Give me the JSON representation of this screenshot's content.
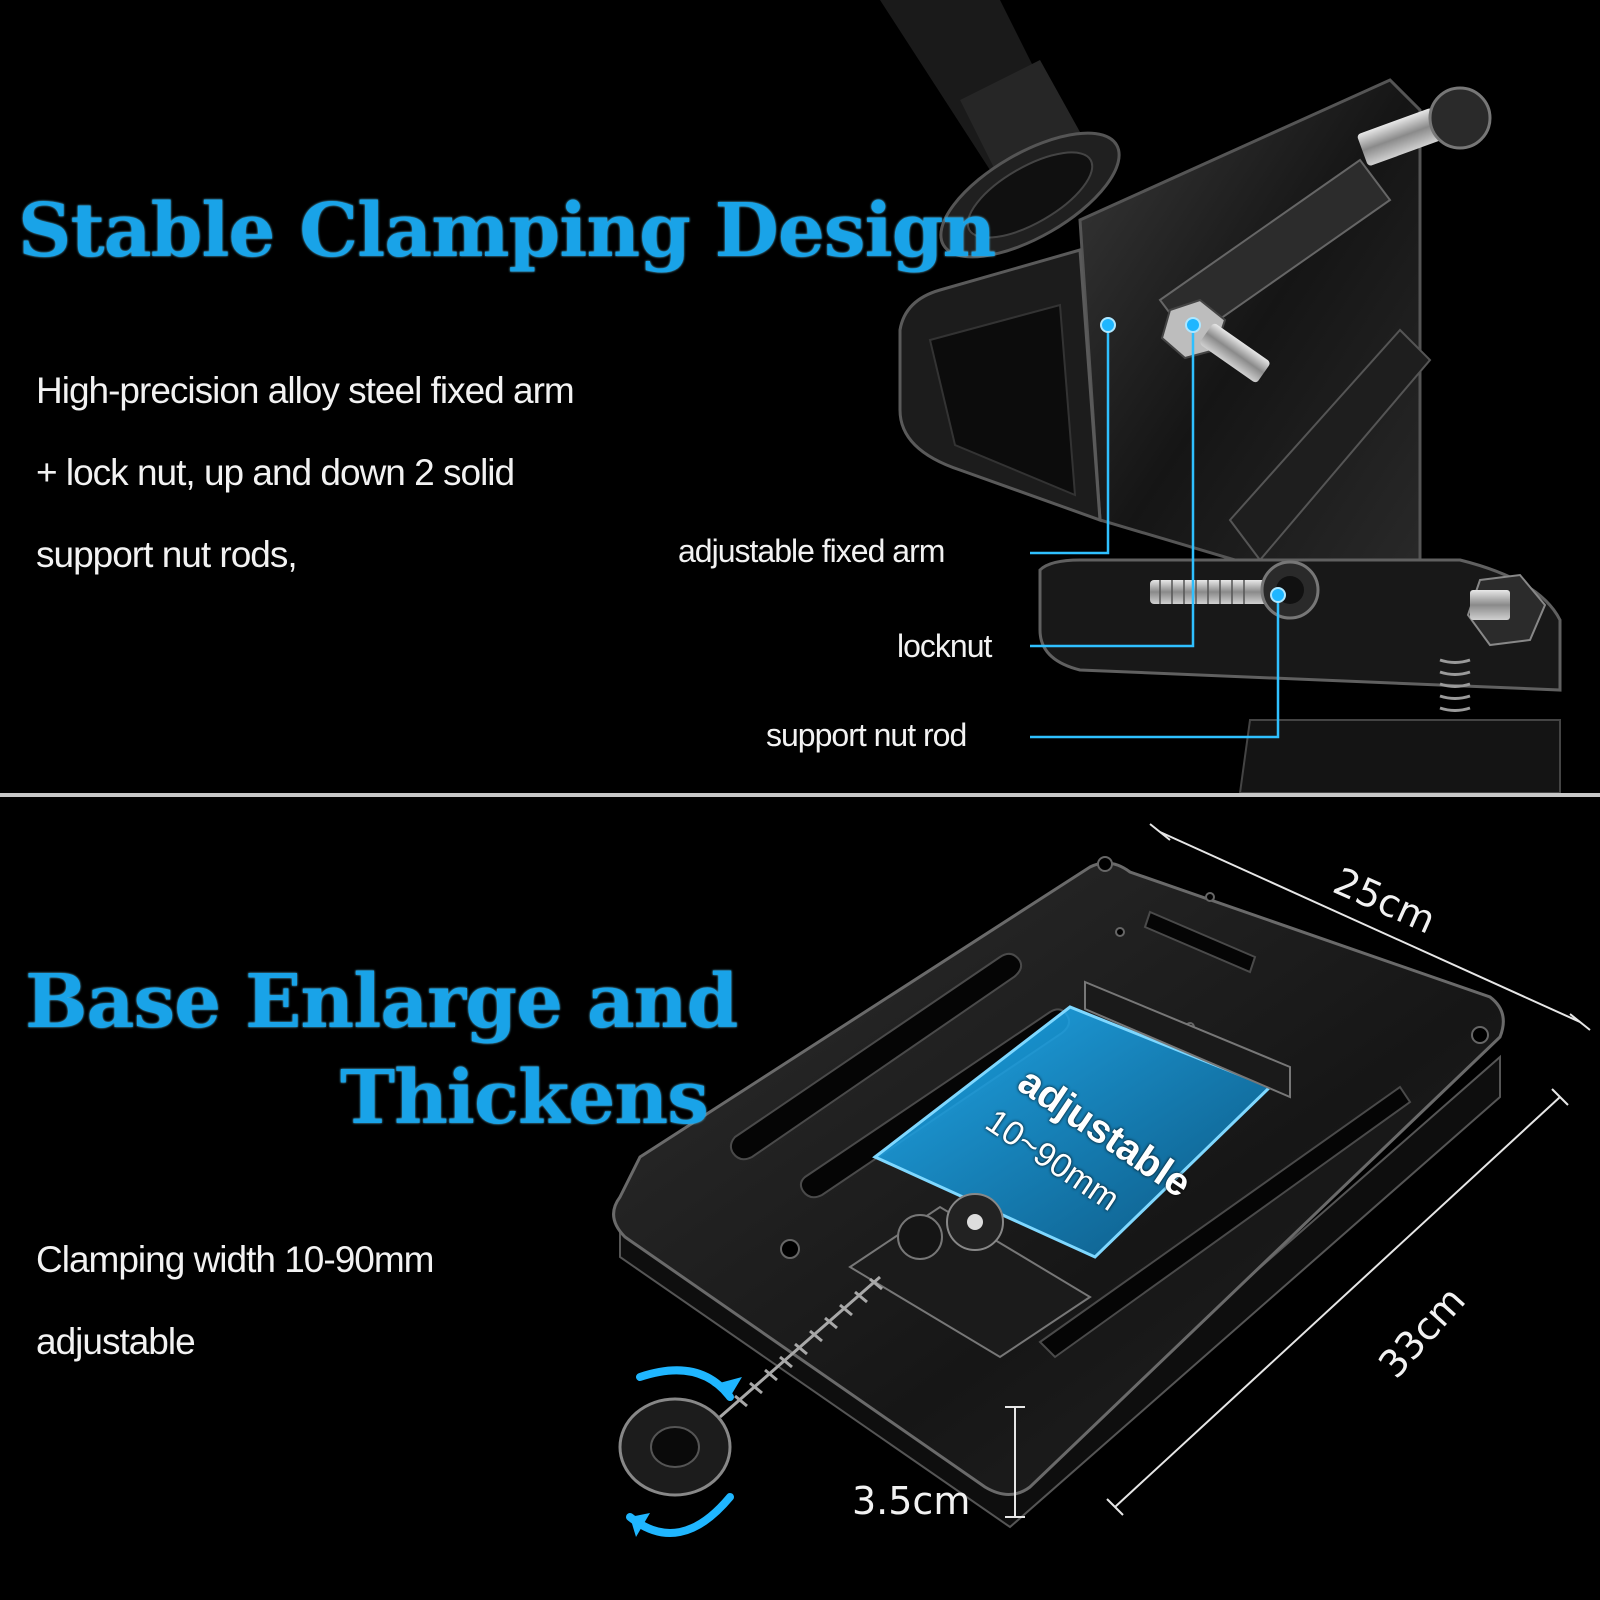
{
  "top_panel": {
    "headline": "Stable Clamping Design",
    "description_lines": [
      "High-precision alloy steel fixed arm",
      "+ lock nut, up and down 2 solid",
      "support nut rods,"
    ],
    "callouts": {
      "adjustable_fixed_arm": "adjustable fixed arm",
      "locknut": "locknut",
      "support_nut_rod": "support nut rod"
    }
  },
  "bottom_panel": {
    "headline_line1": "Base Enlarge and",
    "headline_line2": "Thickens",
    "description_lines": [
      "Clamping width 10-90mm",
      "adjustable"
    ],
    "dimensions": {
      "width": "25cm",
      "length": "33cm",
      "thickness": "3.5cm"
    },
    "adjustable_label": "adjustable",
    "adjustable_range": "10~90mm"
  },
  "colors": {
    "headline": "#19a3e8",
    "accent": "#1fb6ff",
    "background": "#000000",
    "text": "#f2f2f2"
  }
}
